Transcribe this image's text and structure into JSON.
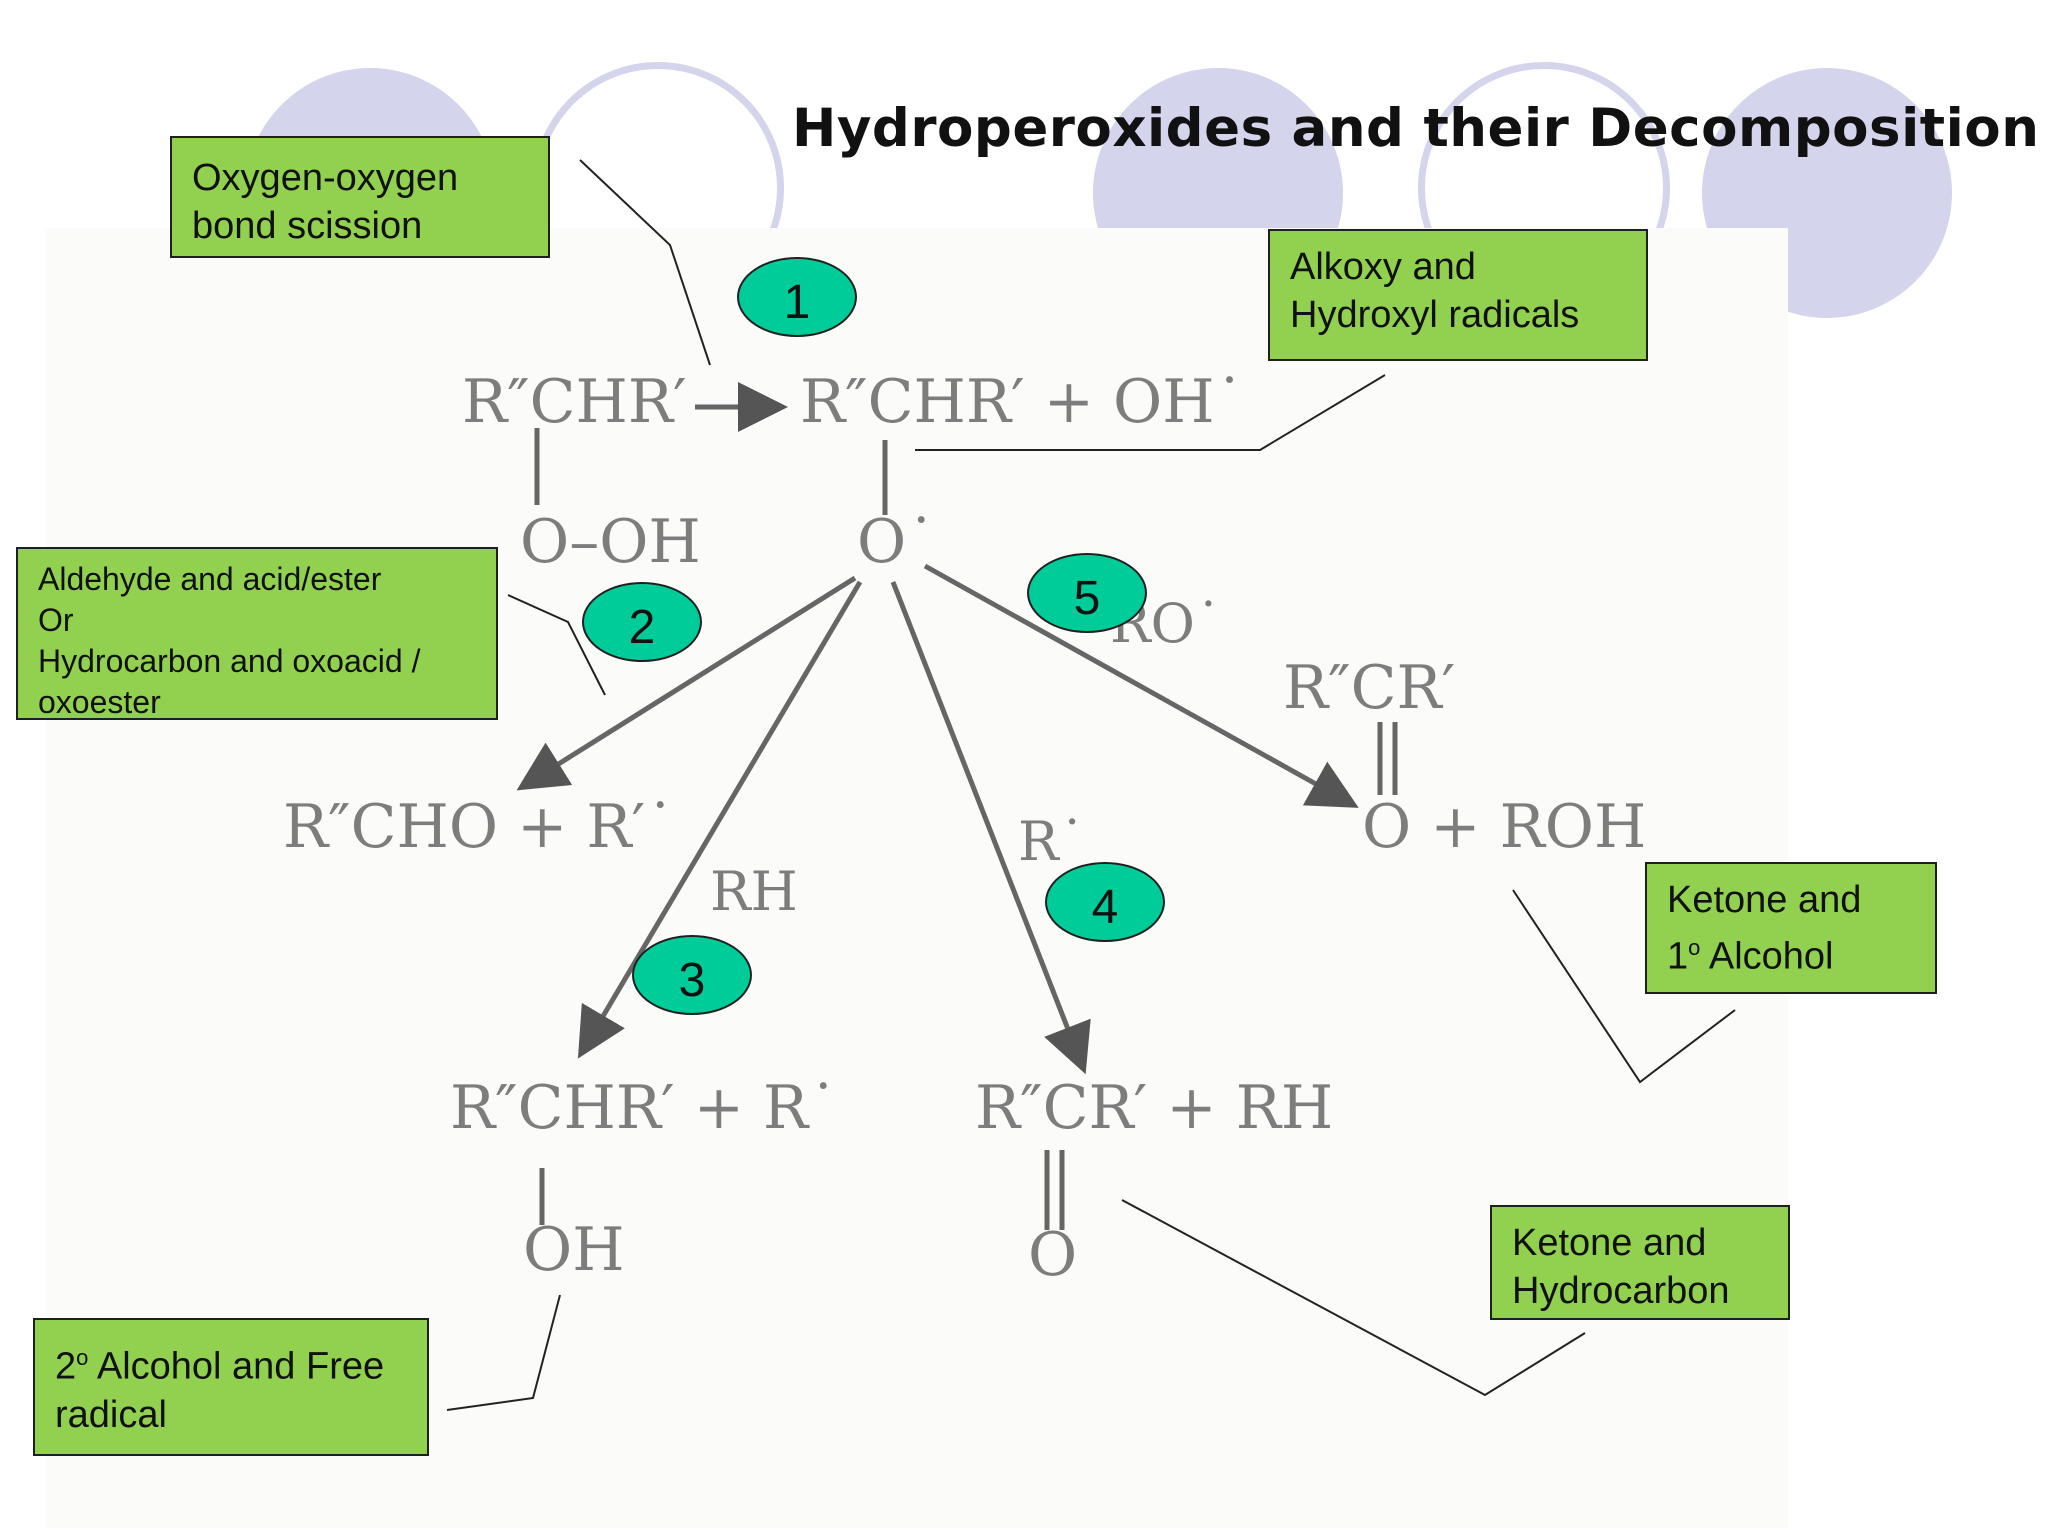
{
  "title": "Hydroperoxides and their Decomposition",
  "chemistry": {
    "hydroperoxide_top": "R″CHR′",
    "hydroperoxide_bottom": "O–OH",
    "alkoxy_top": "R″CHR′ + OH˙",
    "alkoxy_bottom": "O˙",
    "path2_product": "R″CHO + R′˙",
    "path3_reagent": "RH",
    "path3_product_top": "R″CHR′ + R˙",
    "path3_product_bottom": "OH",
    "path4_reagent": "R˙",
    "path4_product_top": "R″CR′ + RH",
    "path4_product_bottom": "O",
    "path5_reagent": "RO˙",
    "path5_product_top": "R″CR′",
    "path5_product_bottom": "O + ROH"
  },
  "steps": [
    "1",
    "2",
    "3",
    "4",
    "5"
  ],
  "callouts": {
    "oo_scission": [
      "Oxygen-oxygen",
      "bond scission"
    ],
    "alkoxy_hydroxyl": [
      "Alkoxy and",
      "Hydroxyl radicals"
    ],
    "aldehyde": [
      "Aldehyde and acid/ester",
      "Or",
      "Hydrocarbon and oxoacid /",
      "oxoester"
    ],
    "ketone_alcohol": {
      "line1": "Ketone and",
      "number": "1",
      "superscript": "o",
      "rest": " Alcohol"
    },
    "ketone_hydrocarbon": [
      "Ketone and",
      "Hydrocarbon"
    ],
    "secondary_alcohol": {
      "number": "2",
      "superscript": "o",
      "rest": " Alcohol and Free",
      "line2": "radical"
    }
  },
  "colors": {
    "callout_fill": "#92d050",
    "step_fill": "#00cc99",
    "decor_circle": "#d4d4ec",
    "chem_gray": "#7d7d7d"
  }
}
